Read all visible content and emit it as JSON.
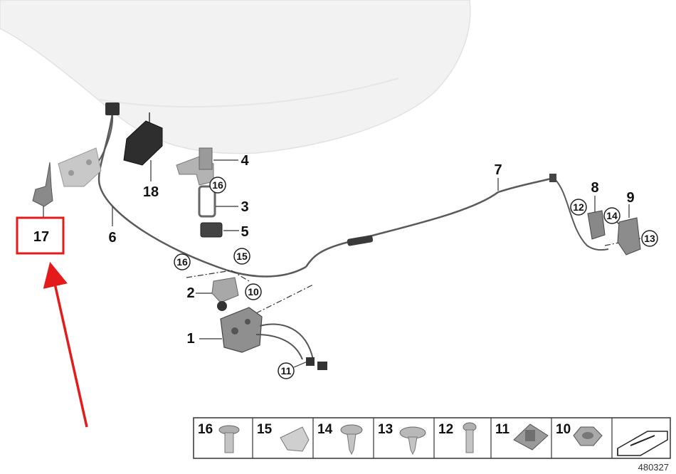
{
  "callouts": {
    "p1": "1",
    "p2": "2",
    "p3": "3",
    "p4": "4",
    "p5": "5",
    "p6": "6",
    "p7": "7",
    "p8": "8",
    "p9": "9",
    "p18": "18",
    "c10": "10",
    "c11": "11",
    "c12": "12",
    "c13": "13",
    "c14": "14",
    "c15": "15",
    "c16a": "16",
    "c16b": "16"
  },
  "highlight": {
    "label": "17",
    "color": "#e31b1b"
  },
  "fastener_strip": {
    "items": [
      "16",
      "15",
      "14",
      "13",
      "12",
      "11",
      "10"
    ]
  },
  "diagram_ref": "480327"
}
